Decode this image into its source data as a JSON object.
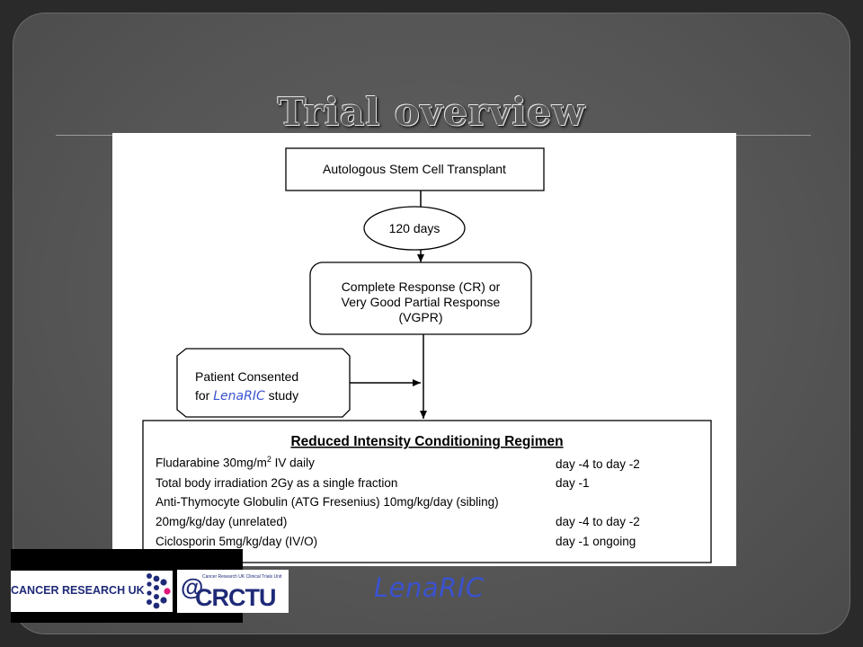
{
  "slide": {
    "title": "Trial overview"
  },
  "flowchart": {
    "transplant": "Autologous Stem Cell Transplant",
    "interval": "120 days",
    "response_line1": "Complete Response (CR) or",
    "response_line2": "Very Good Partial Response",
    "response_line3": "(VGPR)",
    "consent_line1": "Patient Consented",
    "consent_for": "for",
    "consent_study_name": "LenaRIC",
    "consent_study": "study",
    "regimen": {
      "heading": "Reduced Intensity Conditioning Regimen",
      "rows": [
        {
          "drug": "Fludarabine 30mg/m",
          "sup": "2",
          "drug_suffix": " IV daily",
          "timing": "day -4 to day -2"
        },
        {
          "drug": "Total body irradiation 2Gy as a single fraction",
          "sup": "",
          "drug_suffix": "",
          "timing": "day -1"
        },
        {
          "drug": "Anti-Thymocyte Globulin (ATG Fresenius) 10mg/kg/day (sibling)",
          "sup": "",
          "drug_suffix": "",
          "timing": ""
        },
        {
          "drug": "20mg/kg/day (unrelated)",
          "sup": "",
          "drug_suffix": "",
          "timing": "day -4 to day -2"
        },
        {
          "drug": "Ciclosporin 5mg/kg/day (IV/O)",
          "sup": "",
          "drug_suffix": "",
          "timing": "day -1 ongoing"
        }
      ]
    }
  },
  "footer": {
    "cruk_logo_text": "CANCER RESEARCH UK",
    "crctu_small": "Cancer Research UK Clinical Trials Unit",
    "crctu_at": "@",
    "crctu_name": "CRCTU",
    "lenaric": "LenaRIC",
    "colors": {
      "cruk_navy": "#1f2a78",
      "cruk_pink": "#e0187b",
      "lenaric_blue": "#3a52d0"
    }
  }
}
